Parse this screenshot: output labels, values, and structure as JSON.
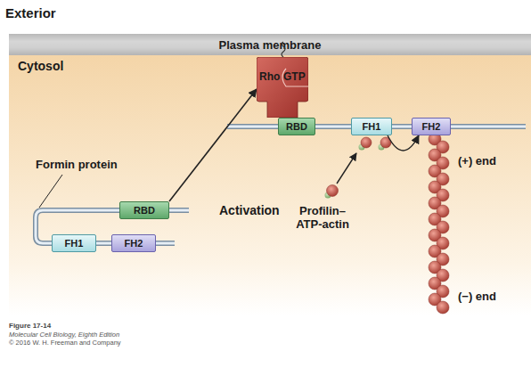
{
  "diagram": {
    "caption": "Figure 17-14",
    "nodes": [
      {
        "text": [
          "Plasma membrane"
        ]
      },
      {
        "text": [
          "Cytosol"
        ]
      },
      {
        "text": [
          "Rho",
          "GTP"
        ],
        "in": 1
      },
      {
        "text": [
          "RBD"
        ],
        "in": 1
      },
      {
        "text": [
          "FH1"
        ],
        "in": 1
      },
      {
        "text": [
          "FH2"
        ],
        "in": 1
      },
      {
        "text": [
          "RBD"
        ],
        "in": 1
      },
      {
        "text": [
          "FH1"
        ],
        "in": 1
      },
      {
        "text": [
          "FH2"
        ],
        "in": 1
      }
    ],
    "edges": [
      {
        "from": 3,
        "to": 4,
        "arrow": "none"
      },
      {
        "from": 4,
        "to": 5,
        "arrow": "none"
      },
      {
        "from": 6,
        "to": 7,
        "arrow": "none"
      },
      {
        "from": 7,
        "to": 8,
        "arrow": "none"
      },
      {
        "from": 4,
        "to": 5,
        "arrow": "to"
      },
      {
        "from": 6,
        "to": 2,
        "arrow": "to",
        "label": "Activation"
      }
    ],
    "labels": [
      "Exterior",
      "Formin protein",
      "Profilin–ATP-actin",
      "(+) end",
      "(−) end",
      "Molecular Cell Biology, Eighth Edition",
      "© 2016 W. H. Freeman and Company"
    ]
  }
}
